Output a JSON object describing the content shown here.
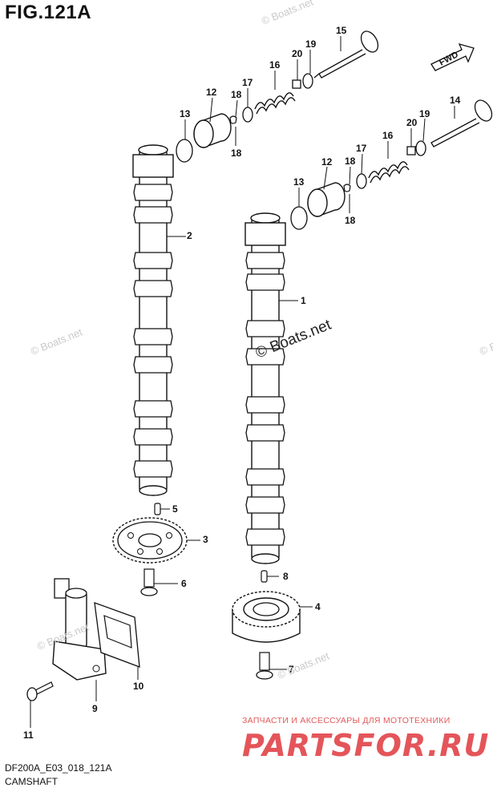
{
  "figure": {
    "title": "FIG.121A",
    "code": "DF200A_E03_018_121A",
    "name": "CAMSHAFT"
  },
  "direction_marker": "FWD",
  "watermarks": {
    "main": "© Boats.net",
    "faint": [
      "© Boats.net",
      "© Boats.net",
      "© Boats.net",
      "© Boats.net",
      "© Boats.net"
    ]
  },
  "banner": {
    "text": "ЗАПЧАСТИ И АКСЕССУАРЫ ДЛЯ МОТОТЕХНИКИ",
    "logo": "PARTSFOR.RU"
  },
  "part_labels": {
    "p1": "1",
    "p2": "2",
    "p3": "3",
    "p4": "4",
    "p5": "5",
    "p6": "6",
    "p7": "7",
    "p8": "8",
    "p9": "9",
    "p10": "10",
    "p11": "11",
    "p12a": "12",
    "p12b": "12",
    "p13a": "13",
    "p13b": "13",
    "p14": "14",
    "p15": "15",
    "p16a": "16",
    "p16b": "16",
    "p17a": "17",
    "p17b": "17",
    "p18a": "18",
    "p18b": "18",
    "p18c": "18",
    "p18d": "18",
    "p19a": "19",
    "p19b": "19",
    "p20a": "20",
    "p20b": "20"
  },
  "colors": {
    "line": "#111111",
    "banner": "#e4555a",
    "watermark": "#c9c9c9"
  }
}
